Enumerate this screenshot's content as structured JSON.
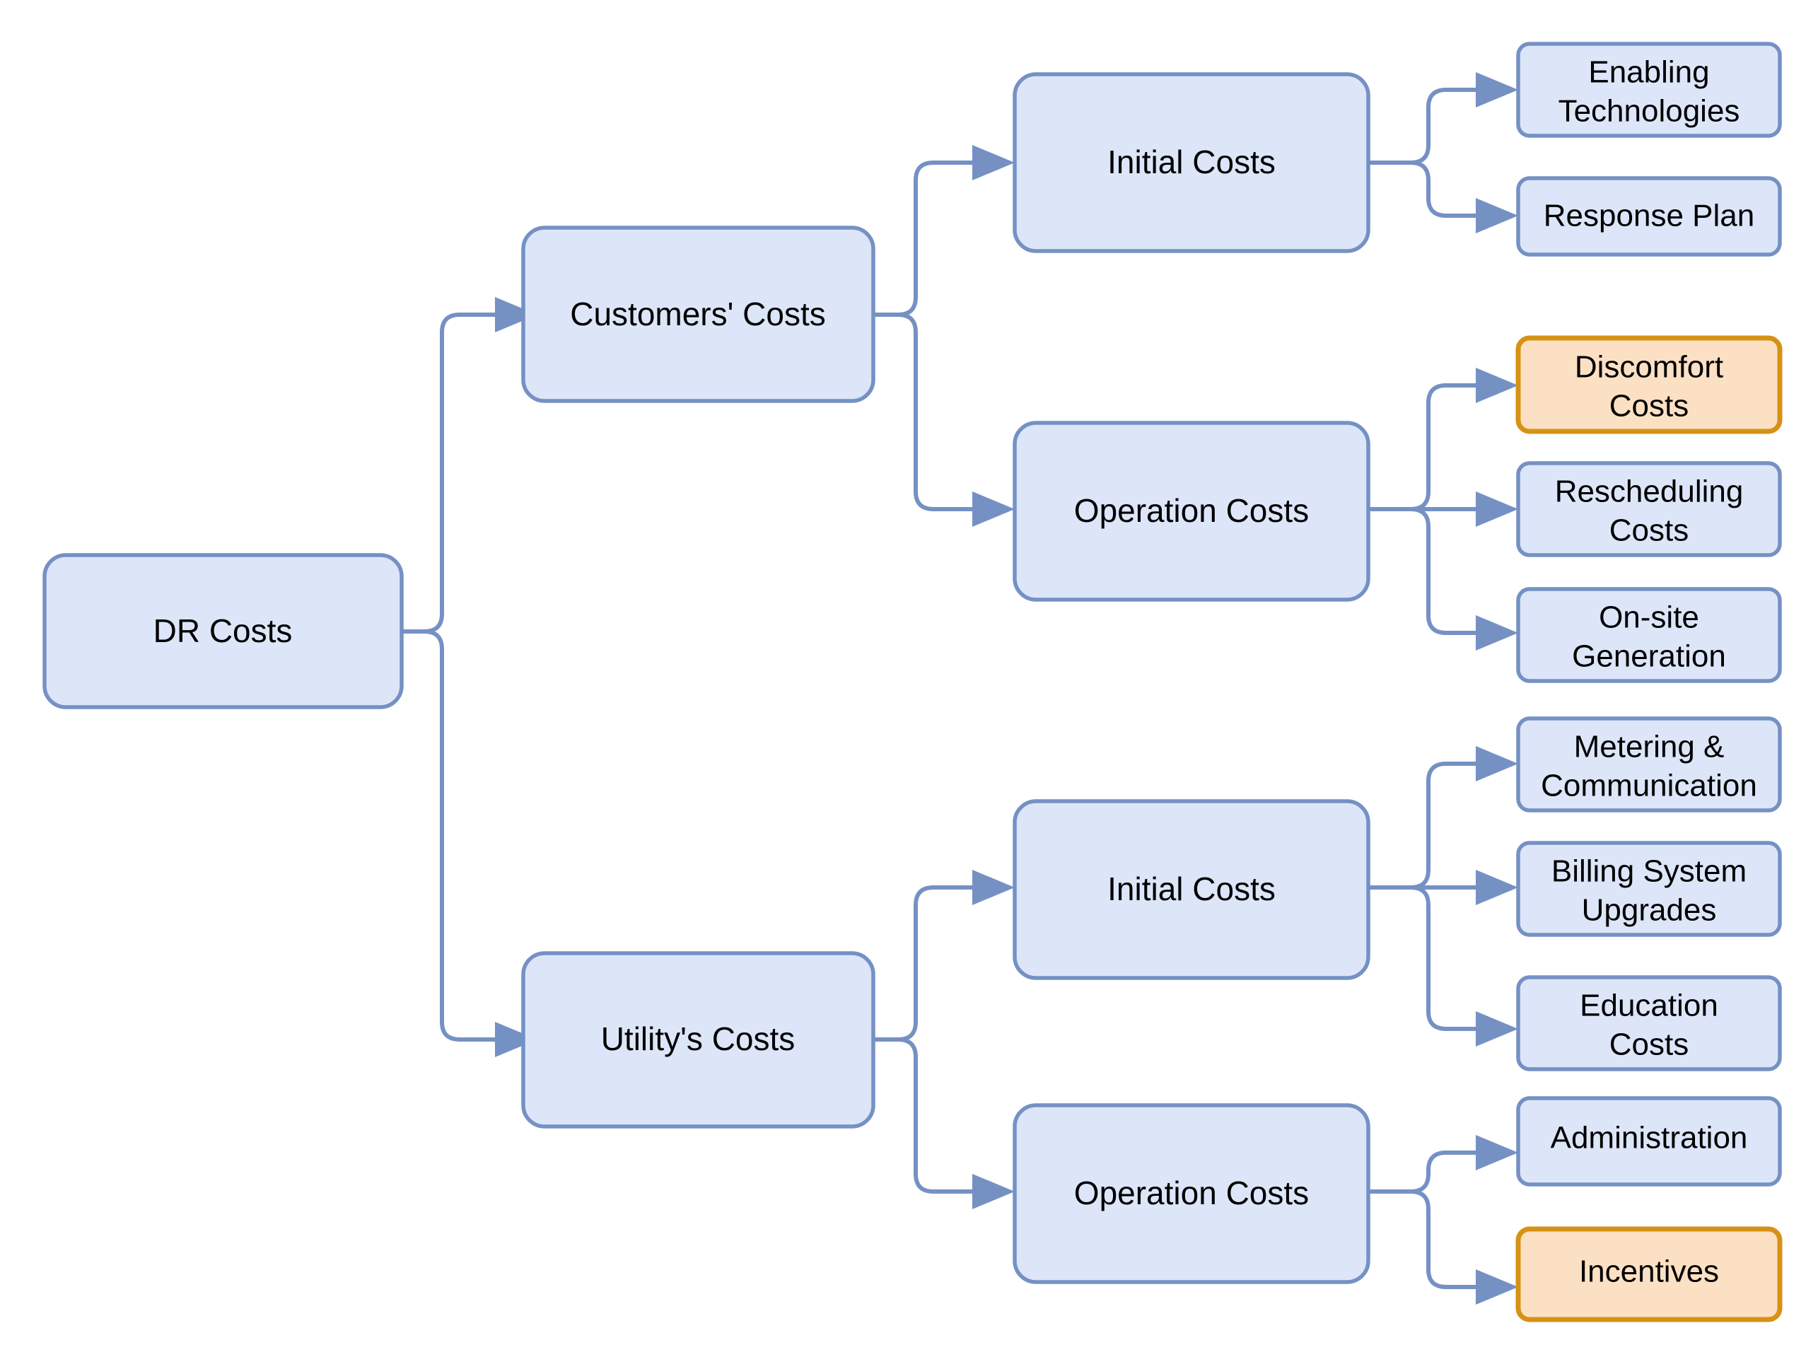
{
  "diagram": {
    "title": "DR Costs",
    "type": "tree",
    "orientation": "left-to-right",
    "colors": {
      "node_fill_blue": "#dce6f8",
      "node_stroke_blue": "#7591c4",
      "node_fill_orange": "#fce0c4",
      "node_stroke_orange": "#d69214",
      "edge": "#7591c4",
      "text": "#000000",
      "background": "#ffffff"
    },
    "nodes": {
      "root": {
        "label": "DR Costs",
        "style": "blue"
      },
      "customers_costs": {
        "label": "Customers' Costs",
        "style": "blue"
      },
      "utilitys_costs": {
        "label": "Utility's Costs",
        "style": "blue"
      },
      "cust_initial_costs": {
        "label": "Initial Costs",
        "style": "blue"
      },
      "cust_operation_costs": {
        "label": "Operation Costs",
        "style": "blue"
      },
      "util_initial_costs": {
        "label": "Initial Costs",
        "style": "blue"
      },
      "util_operation_costs": {
        "label": "Operation Costs",
        "style": "blue"
      },
      "enabling_technologies": {
        "label_line1": "Enabling",
        "label_line2": "Technologies",
        "style": "blue"
      },
      "response_plan": {
        "label_line1": "Response Plan",
        "label_line2": "",
        "style": "blue"
      },
      "discomfort_costs": {
        "label_line1": "Discomfort",
        "label_line2": "Costs",
        "style": "orange"
      },
      "rescheduling_costs": {
        "label_line1": "Rescheduling",
        "label_line2": "Costs",
        "style": "blue"
      },
      "onsite_generation": {
        "label_line1": "On-site",
        "label_line2": "Generation",
        "style": "blue"
      },
      "metering_communication": {
        "label_line1": "Metering &",
        "label_line2": "Communication",
        "style": "blue"
      },
      "billing_system_upgrades": {
        "label_line1": "Billing System",
        "label_line2": "Upgrades",
        "style": "blue"
      },
      "education_costs": {
        "label_line1": "Education",
        "label_line2": "Costs",
        "style": "blue"
      },
      "administration": {
        "label_line1": "Administration",
        "label_line2": "",
        "style": "blue"
      },
      "incentives": {
        "label_line1": "Incentives",
        "label_line2": "",
        "style": "orange"
      }
    },
    "edges": [
      {
        "from": "root",
        "to": "customers_costs"
      },
      {
        "from": "root",
        "to": "utilitys_costs"
      },
      {
        "from": "customers_costs",
        "to": "cust_initial_costs"
      },
      {
        "from": "customers_costs",
        "to": "cust_operation_costs"
      },
      {
        "from": "cust_initial_costs",
        "to": "enabling_technologies"
      },
      {
        "from": "cust_initial_costs",
        "to": "response_plan"
      },
      {
        "from": "cust_operation_costs",
        "to": "discomfort_costs"
      },
      {
        "from": "cust_operation_costs",
        "to": "rescheduling_costs"
      },
      {
        "from": "cust_operation_costs",
        "to": "onsite_generation"
      },
      {
        "from": "utilitys_costs",
        "to": "util_initial_costs"
      },
      {
        "from": "utilitys_costs",
        "to": "util_operation_costs"
      },
      {
        "from": "util_initial_costs",
        "to": "metering_communication"
      },
      {
        "from": "util_initial_costs",
        "to": "billing_system_upgrades"
      },
      {
        "from": "util_initial_costs",
        "to": "education_costs"
      },
      {
        "from": "util_operation_costs",
        "to": "administration"
      },
      {
        "from": "util_operation_costs",
        "to": "incentives"
      }
    ]
  }
}
